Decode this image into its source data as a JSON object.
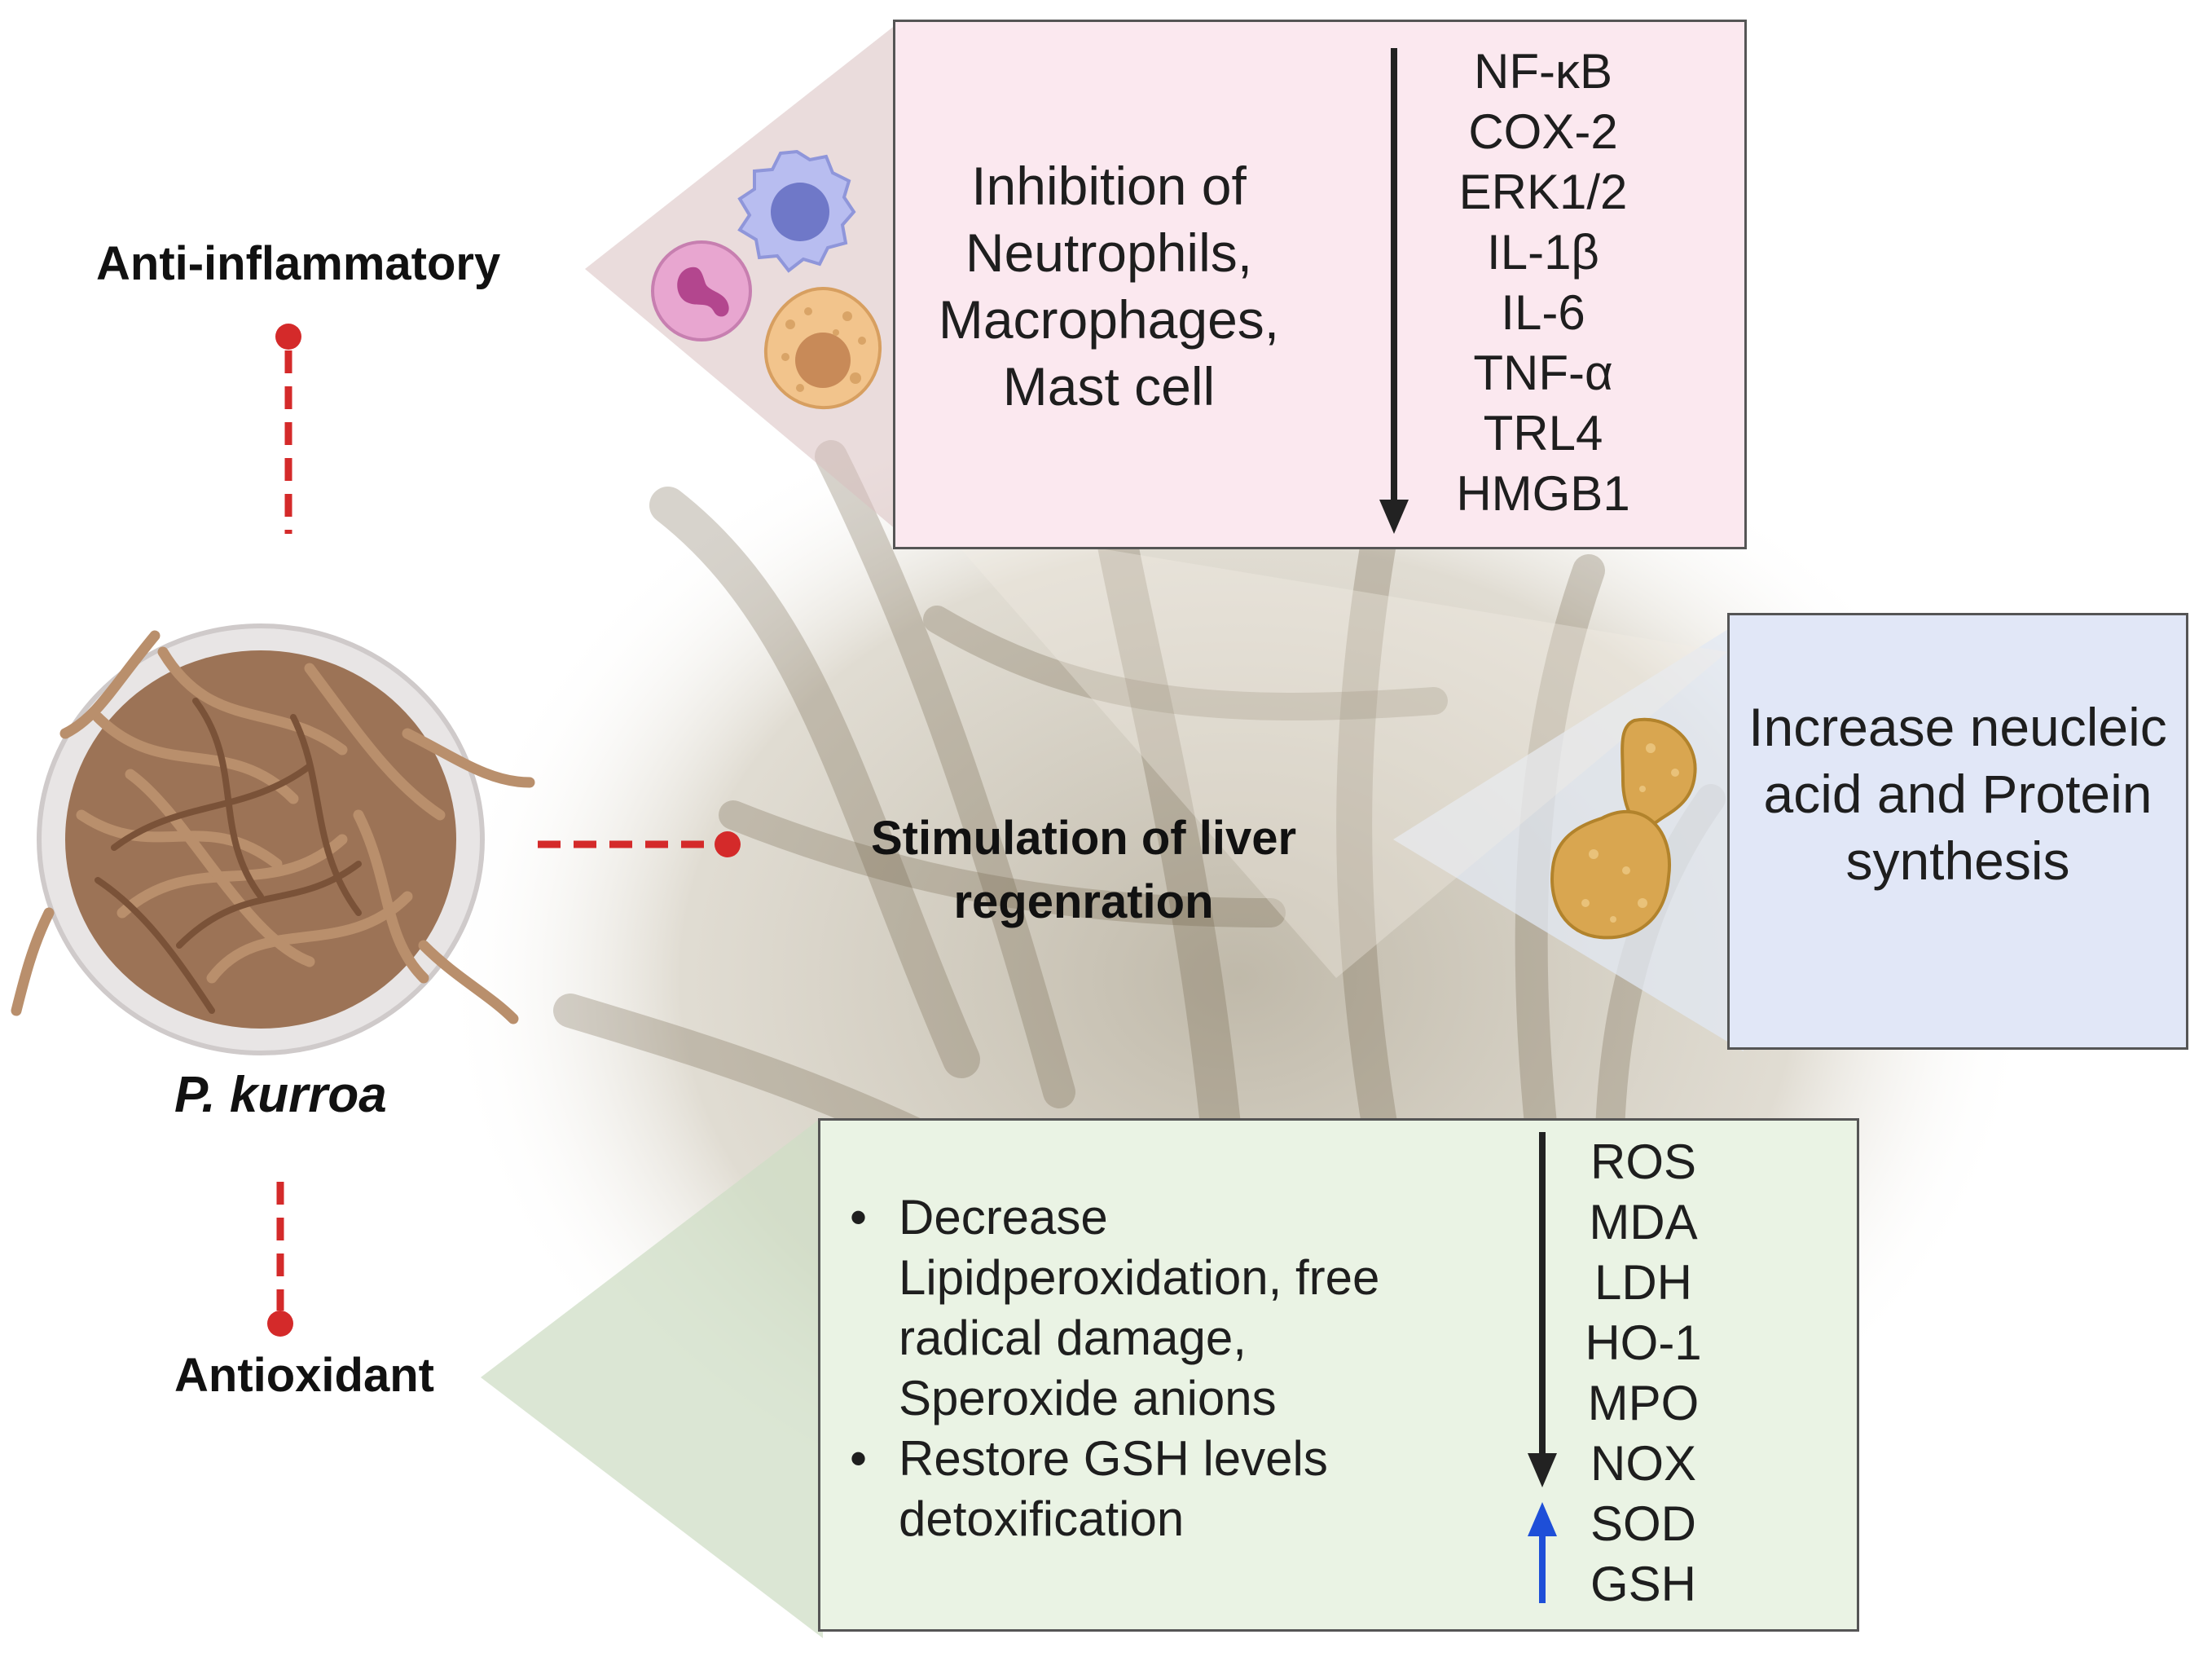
{
  "plant_name": "P. kurroa",
  "effects": {
    "anti_inflammatory": "Anti-inflammatory",
    "liver": "Stimulation of liver regenration",
    "antioxidant": "Antioxidant"
  },
  "inflammation_box": {
    "text": "Inhibition of Neutrophils, Macrophages, Mast cell",
    "markers": [
      "NF-κB",
      "COX-2",
      "ERK1/2",
      "IL-1β",
      "IL-6",
      "TNF-α",
      "TRL4",
      "HMGB1"
    ]
  },
  "liver_box": {
    "text": "Increase neucleic acid and Protein synthesis"
  },
  "antioxidant_box": {
    "bullets": [
      "Decrease Lipidperoxidation, free radical damage, Speroxide anions",
      "Restore GSH levels detoxification"
    ],
    "markers_down": [
      "ROS",
      "MDA",
      "LDH",
      "HO-1",
      "MPO",
      "NOX"
    ],
    "markers_up": [
      "SOD",
      "GSH"
    ]
  },
  "colors": {
    "connector": "#d42a2a",
    "inflammation_box": "#fbe8ef",
    "liver_box": "#e1e7f7",
    "antioxidant_box": "#eaf3e4",
    "down_arrow": "#222222",
    "up_arrow": "#1e4fd8"
  },
  "icons": [
    "neutrophil-icon",
    "lymphocyte-icon",
    "mast-cell-icon",
    "liver-icon",
    "plant-bowl-image"
  ]
}
